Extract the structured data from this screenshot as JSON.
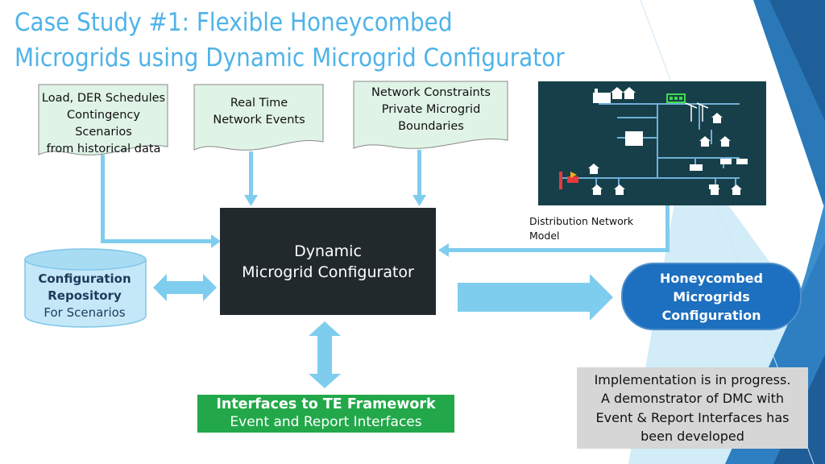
{
  "title": {
    "line1": "Case Study #1: Flexible Honeycombed",
    "line2": "Microgrids using Dynamic Microgrid Configurator"
  },
  "inputs": [
    {
      "lines": [
        "Load, DER Schedules",
        "Contingency Scenarios",
        "from historical data"
      ]
    },
    {
      "lines": [
        "Real Time",
        "Network Events"
      ]
    },
    {
      "lines": [
        "Network Constraints",
        "Private  Microgrid",
        "Boundaries"
      ]
    }
  ],
  "dmc": {
    "line1": "Dynamic",
    "line2": "Microgrid Configurator"
  },
  "repository": {
    "line1": "Configuration",
    "line2": "Repository",
    "line3": "For  Scenarios"
  },
  "output": {
    "line1": "Honeycombed",
    "line2": "Microgrids",
    "line3": "Configuration"
  },
  "interfaces": {
    "line1": "Interfaces to TE Framework",
    "line2": "Event and Report Interfaces"
  },
  "note": {
    "lines": [
      "Implementation is in progress.",
      "A demonstrator  of  DMC with",
      "Event & Report Interfaces has",
      "been developed"
    ]
  },
  "network_model": {
    "line1": "Distribution Network",
    "line2": "Model"
  },
  "colors": {
    "title": "#4fb3e8",
    "arrow": "#7fcdee",
    "dmc_box": "#22292d",
    "output_box": "#1d6fbf",
    "interfaces_box": "#22a84a",
    "note_box": "#d6d6d6",
    "doc_fill": "#dff3e6"
  },
  "icons": [
    "factory-icon",
    "house-icon",
    "hospital-icon",
    "wind-turbine-icon",
    "solar-panel-icon",
    "battery-icon",
    "switch-icon"
  ]
}
